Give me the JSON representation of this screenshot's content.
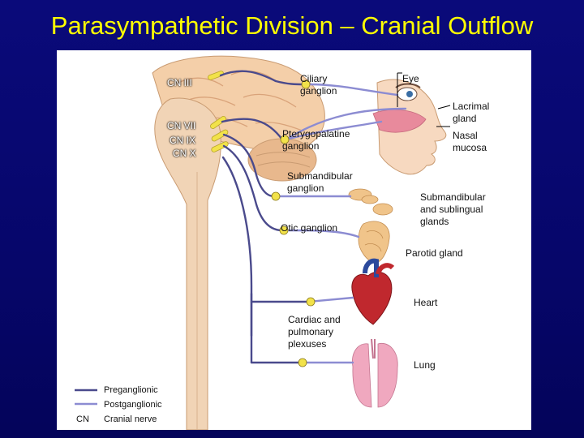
{
  "title": "Parasympathetic Division – Cranial Outflow",
  "cranial_nerves": {
    "cn3": "CN III",
    "cn7": "CN VII",
    "cn9": "CN IX",
    "cn10": "CN X"
  },
  "ganglia": {
    "ciliary": "Ciliary\nganglion",
    "pterygopalatine": "Pterygopalatine\nganglion",
    "submandibular": "Submandibular\nganglion",
    "otic": "Otic ganglion"
  },
  "targets": {
    "eye": "Eye",
    "lacrimal": "Lacrimal\ngland",
    "nasal": "Nasal\nmucosa",
    "subm_glands": "Submandibular\nand sublingual\nglands",
    "parotid": "Parotid gland",
    "heart": "Heart",
    "plexuses": "Cardiac and\npulmonary\nplexuses",
    "lung": "Lung"
  },
  "legend": {
    "preganglionic": "Preganglionic",
    "postganglionic": "Postganglionic",
    "cn_abbrev": "CN",
    "cn_meaning": "Cranial nerve"
  },
  "colors": {
    "preganglionic": "#4a4a8c",
    "postganglionic": "#8c8cd2",
    "ganglion": "#f2e24a",
    "title": "#ffff00"
  }
}
